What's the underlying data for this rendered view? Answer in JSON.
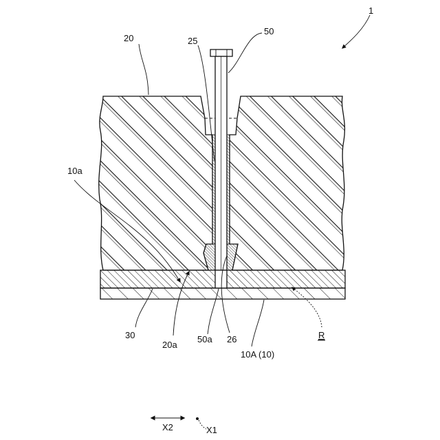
{
  "figure_ref": "1",
  "labels": {
    "block": "20",
    "hole": "25",
    "pin": "50",
    "surface_10a": "10a",
    "layer_30": "30",
    "surface_20a": "20a",
    "pin_end": "50a",
    "recess": "26",
    "substrate": "10A (10)",
    "region": "R"
  },
  "axes": {
    "x2": "X2",
    "x1": "X1"
  }
}
